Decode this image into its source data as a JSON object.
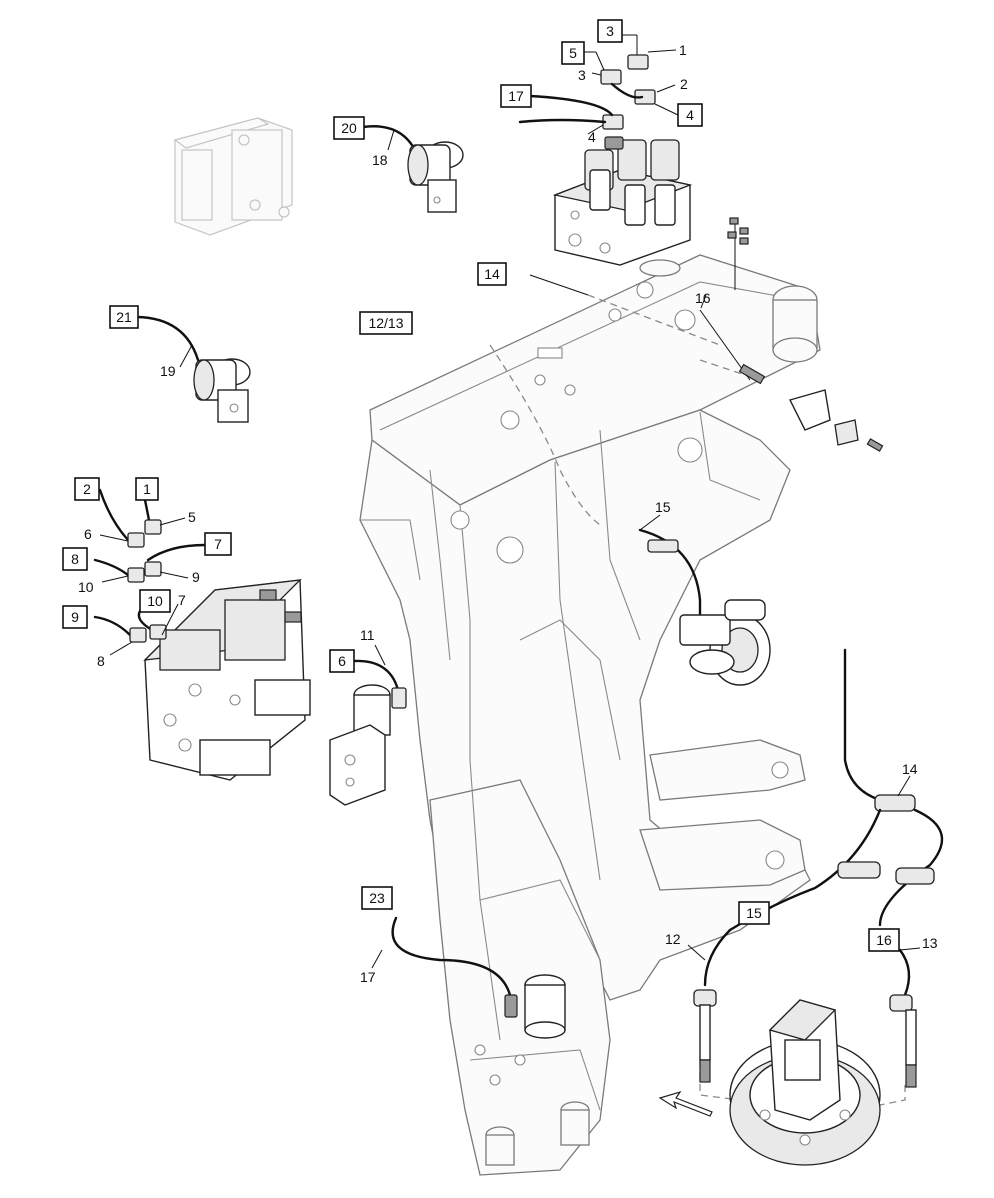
{
  "callouts": {
    "b3": "3",
    "b5": "5",
    "b17": "17",
    "b4": "4",
    "b20": "20",
    "b14": "14",
    "b12_13": "12/13",
    "b21": "21",
    "b2": "2",
    "b1": "1",
    "b7": "7",
    "b8": "8",
    "b9": "9",
    "b10": "10",
    "b6": "6",
    "b23": "23",
    "b15": "15",
    "b16": "16"
  },
  "labels": {
    "n1": "1",
    "n3": "3",
    "n2": "2",
    "n4": "4",
    "n18": "18",
    "n16": "16",
    "n19": "19",
    "n5": "5",
    "n6": "6",
    "n9": "9",
    "n10": "10",
    "n7": "7",
    "n8": "8",
    "n11": "11",
    "n15": "15",
    "n14": "14",
    "n12": "12",
    "n13": "13",
    "n17": "17"
  }
}
